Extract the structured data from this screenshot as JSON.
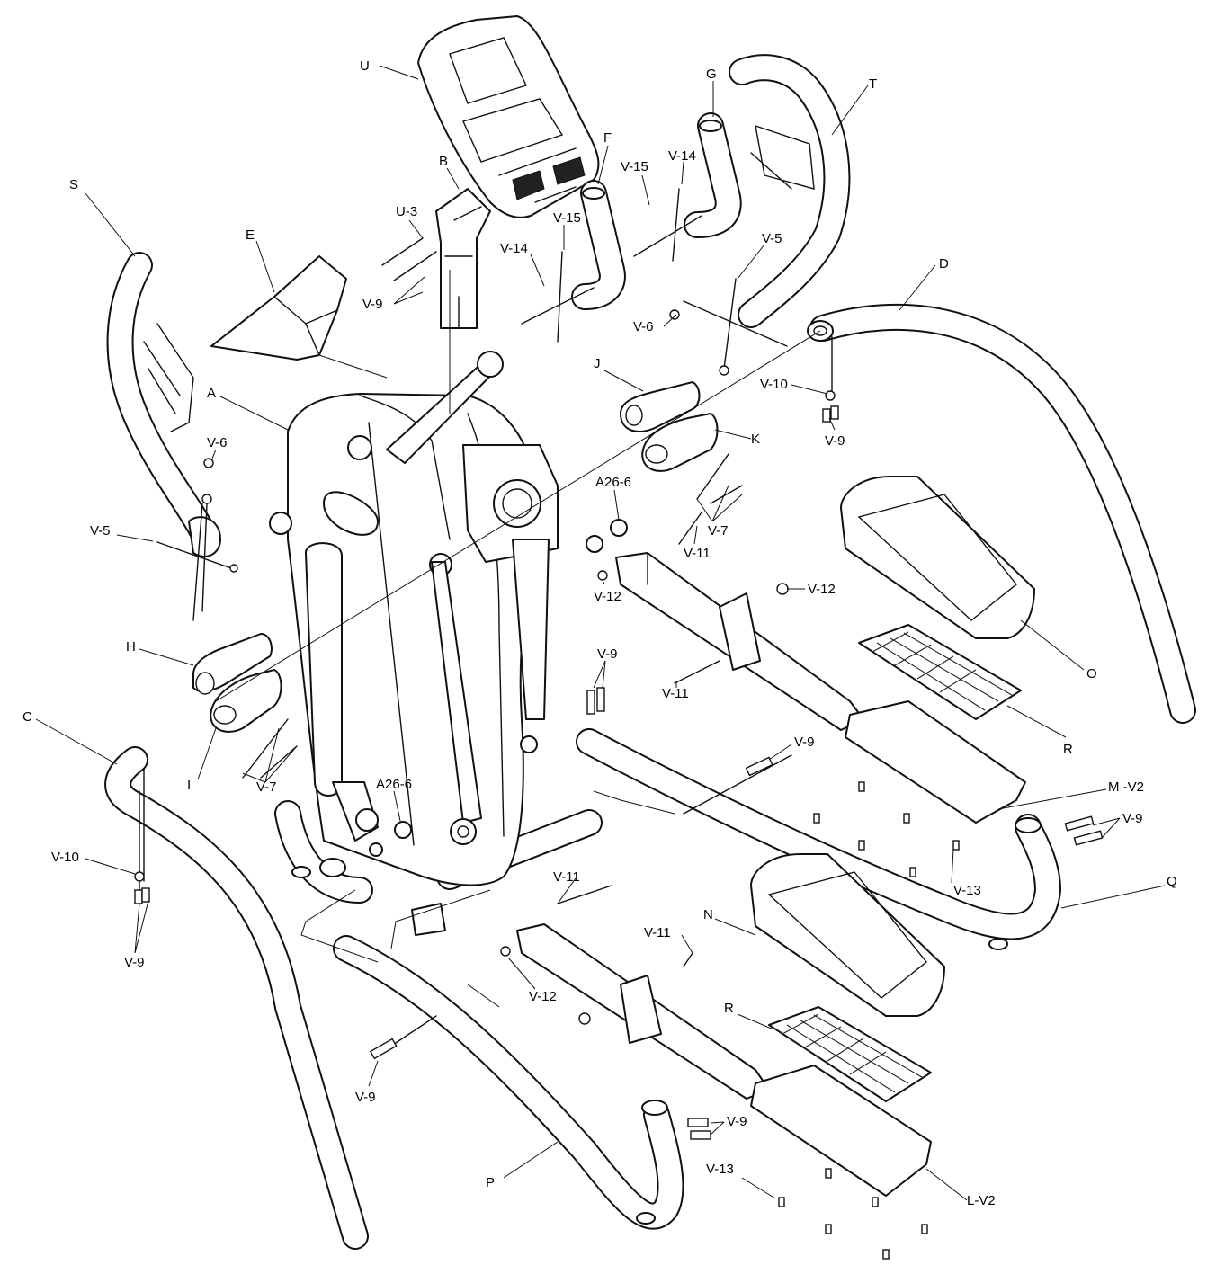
{
  "diagram": {
    "parts": {
      "A": "A",
      "B": "B",
      "C": "C",
      "D": "D",
      "E": "E",
      "F": "F",
      "G": "G",
      "H": "H",
      "I": "I",
      "J": "J",
      "K": "K",
      "N": "N",
      "O": "O",
      "P": "P",
      "Q": "Q",
      "R": "R",
      "S": "S",
      "T": "T",
      "U": "U",
      "U3": "U-3",
      "LV2": "L-V2",
      "MV2": "M -V2",
      "A26_6": "A26-6"
    },
    "hardware": {
      "V5": "V-5",
      "V6": "V-6",
      "V7": "V-7",
      "V9": "V-9",
      "V10": "V-10",
      "V11": "V-11",
      "V12": "V-12",
      "V13": "V-13",
      "V14": "V-14",
      "V15": "V-15"
    }
  }
}
